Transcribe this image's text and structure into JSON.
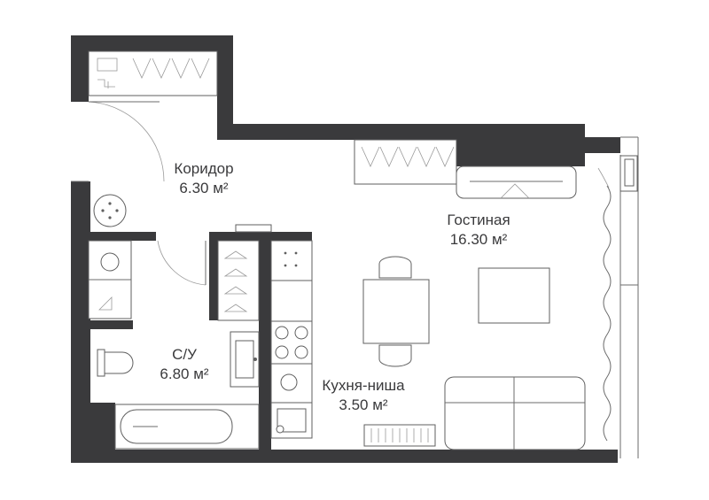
{
  "rooms": [
    {
      "name": "Коридор",
      "area": "6.30 м²"
    },
    {
      "name": "Гостиная",
      "area": "16.30 м²"
    },
    {
      "name": "С/У",
      "area": "6.80 м²"
    },
    {
      "name": "Кухня-ниша",
      "area": "3.50 м²"
    }
  ],
  "colors": {
    "wall": "#3a3a3c",
    "line": "#6b6b6b",
    "background": "#ffffff"
  }
}
